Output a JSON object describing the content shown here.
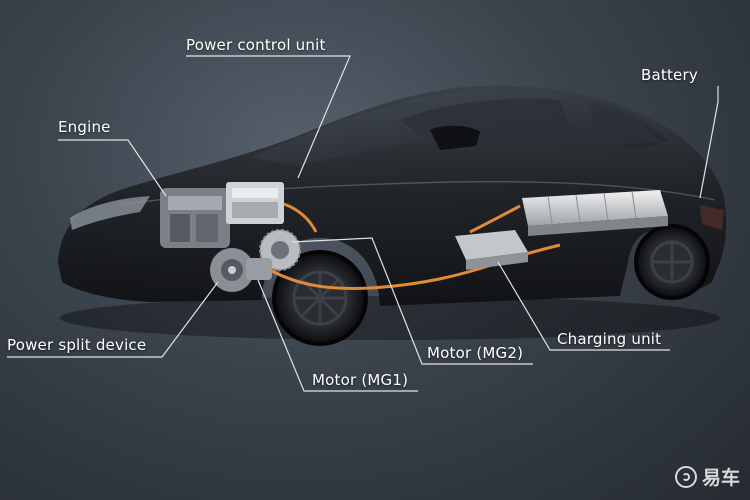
{
  "labels": {
    "power_control_unit": "Power control unit",
    "engine": "Engine",
    "battery": "Battery",
    "power_split_device": "Power split device",
    "charging_unit": "Charging unit",
    "motor_mg2": "Motor (MG2)",
    "motor_mg1": "Motor (MG1)"
  },
  "watermark": {
    "text": "易车"
  },
  "colors": {
    "label_text": "#ffffff",
    "leader_line": "#dfe3e8",
    "hv_cable": "#e08a3a",
    "car_body": "#17191d",
    "background": "#3a424b"
  }
}
